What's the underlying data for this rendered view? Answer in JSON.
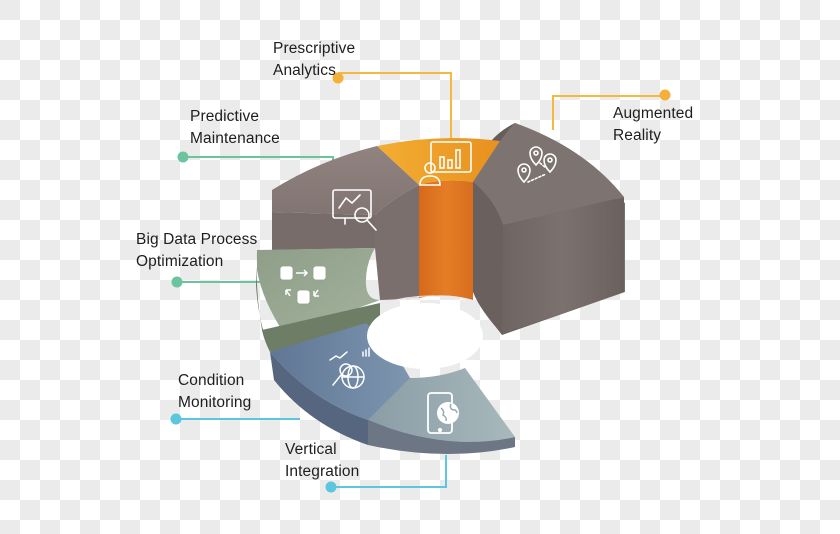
{
  "diagram": {
    "type": "3d-donut-infographic",
    "segments": [
      {
        "id": "prescriptive-analytics",
        "line1": "Prescriptive",
        "line2": "Analytics",
        "color": "#F0A02A",
        "side_color": "#E07A22",
        "connector_color": "#F5B840",
        "icon": "analyst-dashboard-icon"
      },
      {
        "id": "augmented-reality",
        "line1": "Augmented",
        "line2": "Reality",
        "color": "#7E7370",
        "side_color": "#6F6562",
        "connector_color": "#F5B840",
        "icon": "location-pins-route-icon"
      },
      {
        "id": "predictive-maintenance",
        "line1": "Predictive",
        "line2": "Maintenance",
        "color": "#8C7F7B",
        "side_color": "#776C69",
        "connector_color": "#6CC49E",
        "icon": "monitor-magnifier-icon"
      },
      {
        "id": "big-data-process-optimization",
        "line1": "Big Data Process",
        "line2": "Optimization",
        "color": "#8FA08A",
        "side_color": "#6E7D66",
        "connector_color": "#6CC49E",
        "icon": "database-cycle-icon"
      },
      {
        "id": "condition-monitoring",
        "line1": "Condition",
        "line2": "Monitoring",
        "color": "#6E86A3",
        "side_color": "#55667E",
        "connector_color": "#5CC6DE",
        "icon": "globe-search-icon"
      },
      {
        "id": "vertical-integration",
        "line1": "Vertical",
        "line2": "Integration",
        "color": "#97ACB2",
        "side_color": "#6C7684",
        "connector_color": "#5CC6DE",
        "icon": "mobile-globe-icon"
      }
    ]
  }
}
